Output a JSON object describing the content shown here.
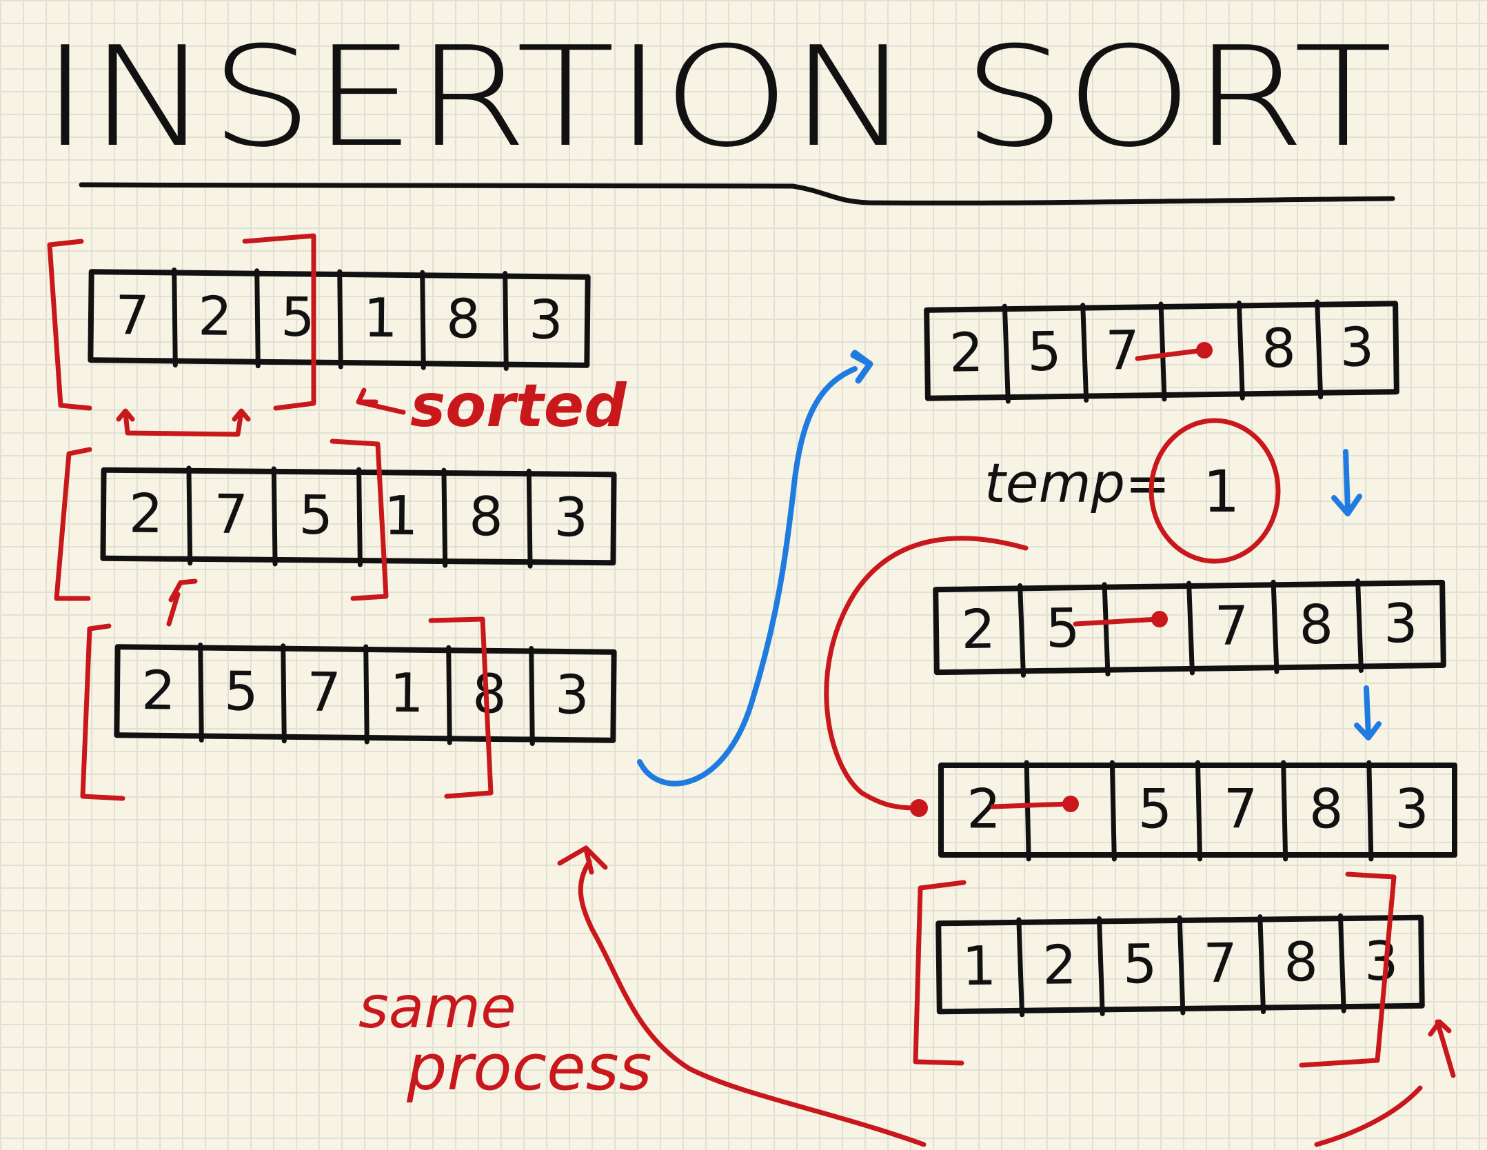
{
  "title": "INSERTION SORT",
  "left_arrays": [
    {
      "name": "array-step-1",
      "cells": [
        "7",
        "2",
        "5",
        "1",
        "8",
        "3"
      ]
    },
    {
      "name": "array-step-2",
      "cells": [
        "2",
        "7",
        "5",
        "1",
        "8",
        "3"
      ]
    },
    {
      "name": "array-step-3",
      "cells": [
        "2",
        "5",
        "7",
        "1",
        "8",
        "3"
      ]
    }
  ],
  "right_arrays": [
    {
      "name": "array-step-4",
      "cells": [
        "2",
        "5",
        "7",
        "",
        "8",
        "3"
      ]
    },
    {
      "name": "array-step-5",
      "cells": [
        "2",
        "5",
        "",
        "7",
        "8",
        "3"
      ]
    },
    {
      "name": "array-step-6",
      "cells": [
        "2",
        "",
        "5",
        "7",
        "8",
        "3"
      ]
    },
    {
      "name": "array-step-7",
      "cells": [
        "1",
        "2",
        "5",
        "7",
        "8",
        "3"
      ]
    }
  ],
  "annotations": {
    "sorted": "sorted",
    "temp_label": "temp=",
    "temp_value": "1",
    "same_process_line1": "same",
    "same_process_line2": "process"
  },
  "colors": {
    "ink": "#111111",
    "red": "#c8181c",
    "blue": "#1f7be0",
    "paper": "#f7f4e6"
  }
}
